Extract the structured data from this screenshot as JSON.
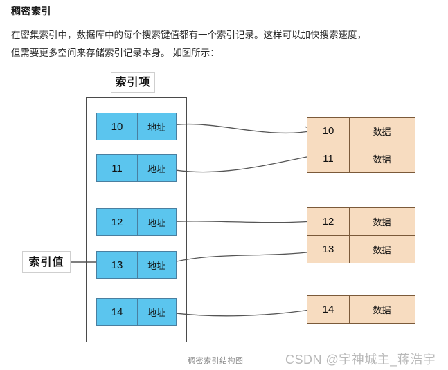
{
  "article": {
    "heading": "稠密索引",
    "paragraph_lines": [
      "在密集索引中，数据库中的每个搜索键值都有一个索引记录。这样可以加快搜索速度，",
      "但需要更多空间来存储索引记录本身。 如图所示："
    ]
  },
  "figure": {
    "labels": {
      "index_entry": "索引项",
      "index_value": "索引值"
    },
    "index_rows": [
      {
        "key": "10",
        "address": "地址"
      },
      {
        "key": "11",
        "address": "地址"
      },
      {
        "key": "12",
        "address": "地址"
      },
      {
        "key": "13",
        "address": "地址"
      },
      {
        "key": "14",
        "address": "地址"
      }
    ],
    "data_rows": [
      {
        "key": "10",
        "value": "数据"
      },
      {
        "key": "11",
        "value": "数据"
      },
      {
        "key": "12",
        "value": "数据"
      },
      {
        "key": "13",
        "value": "数据"
      },
      {
        "key": "14",
        "value": "数据"
      }
    ],
    "caption": "稠密索引结构图",
    "colors": {
      "index_fill": "#5bc5ee",
      "index_border": "#4a7fa0",
      "data_fill": "#f7dcc0",
      "data_border": "#7b5a3a",
      "container_border": "#4a4a4a",
      "connector": "#555555"
    }
  },
  "watermark": "CSDN @宇神城主_蒋浩宇"
}
